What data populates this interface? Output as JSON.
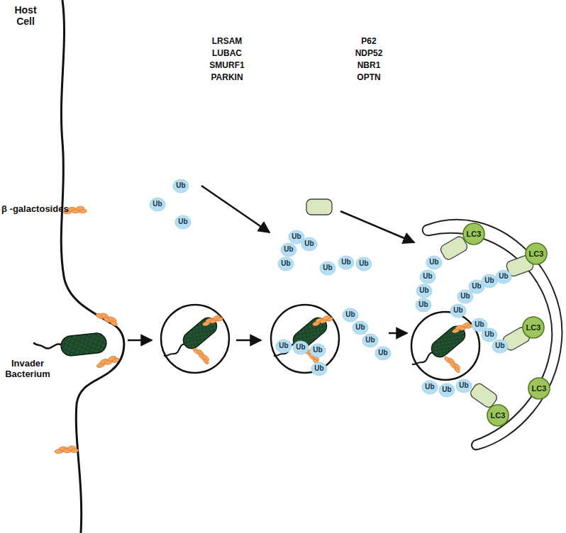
{
  "diagram": {
    "nodes": [
      {
        "text": [
          "Ub"
        ]
      },
      {
        "text": [
          "Ub"
        ]
      },
      {
        "text": [
          "Ub"
        ]
      },
      {
        "text": [
          "Ub"
        ]
      },
      {
        "text": [
          "Ub"
        ]
      },
      {
        "text": [
          "Ub"
        ]
      },
      {
        "text": [
          "Ub"
        ]
      },
      {
        "text": [
          "Ub"
        ]
      },
      {
        "text": [
          "Ub"
        ]
      },
      {
        "text": [
          "Ub"
        ]
      },
      {
        "text": [
          "Ub"
        ]
      },
      {
        "text": [
          "Ub"
        ]
      },
      {
        "text": [
          "Ub"
        ]
      },
      {
        "text": [
          "Ub"
        ]
      },
      {
        "text": [
          "Ub"
        ]
      },
      {
        "text": [
          "Ub"
        ]
      },
      {
        "text": [
          "Ub"
        ]
      },
      {
        "text": [
          "Ub"
        ]
      },
      {
        "text": [
          "Ub"
        ]
      },
      {
        "text": [
          "Ub"
        ]
      },
      {
        "text": [
          "Ub"
        ]
      },
      {
        "text": [
          "Ub"
        ]
      },
      {
        "text": [
          "LC3"
        ]
      },
      {
        "text": [
          "Ub"
        ]
      },
      {
        "text": [
          "Ub"
        ]
      },
      {
        "text": [
          "Ub"
        ]
      },
      {
        "text": [
          "Ub"
        ]
      },
      {
        "text": [
          "Ub"
        ]
      },
      {
        "text": [
          "LC3"
        ]
      },
      {
        "text": [
          "Ub"
        ]
      },
      {
        "text": [
          "Ub"
        ]
      },
      {
        "text": [
          "Ub"
        ]
      },
      {
        "text": [
          "LC3"
        ]
      },
      {
        "text": [
          "LC3"
        ]
      },
      {
        "text": [
          "Ub"
        ]
      },
      {
        "text": [
          "Ub"
        ]
      },
      {
        "text": [
          "Ub"
        ]
      },
      {
        "text": [
          "LC3"
        ]
      }
    ],
    "labels": [
      "Host Cell",
      "β -galactosides",
      "Invader Bacterium",
      "LRSAM",
      "LUBAC",
      "SMURF1",
      "PARKIN",
      "P62",
      "NDP52",
      "NBR1",
      "OPTN"
    ]
  }
}
